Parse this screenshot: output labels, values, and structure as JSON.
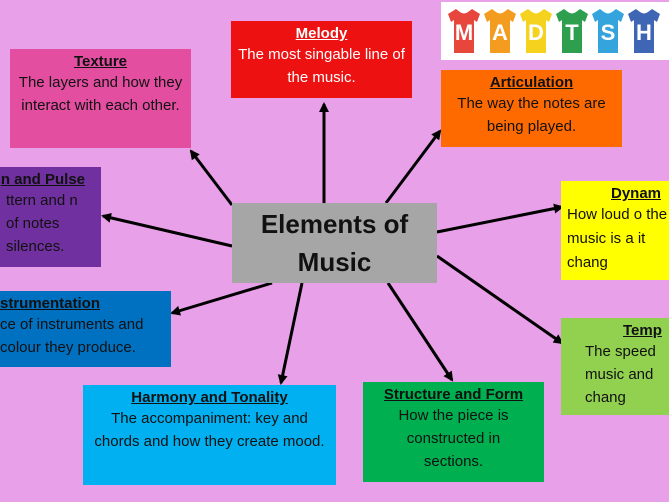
{
  "center": {
    "line1": "Elements of",
    "line2": "Music"
  },
  "logo": {
    "letters": [
      "M",
      "A",
      "D",
      "T",
      "S",
      "H"
    ],
    "colors": [
      "#e6463c",
      "#f39c1f",
      "#f4d21e",
      "#2e9e4f",
      "#35a4dd",
      "#3f66b5"
    ]
  },
  "nodes": {
    "melody": {
      "title": "Melody",
      "desc": "The most singable line of the music.",
      "color": "#ee1111"
    },
    "texture": {
      "title": "Texture",
      "desc": "The layers and how they interact with each other.",
      "color": "#e34ea1"
    },
    "articulation": {
      "title": "Articulation",
      "desc": "The way the notes are being played.",
      "color": "#ff6a00"
    },
    "rhythm": {
      "title": "n and Pulse",
      "desc": "ttern and n of notes silences.",
      "color": "#7030a0"
    },
    "dynamics": {
      "title": "Dynam",
      "desc": "How loud o the music is a it chang",
      "color": "#ffff00"
    },
    "instrumentation": {
      "title": "strumentation",
      "desc": "ce of instruments and colour they produce.",
      "color": "#0070c0"
    },
    "tempo": {
      "title": "Temp",
      "desc": "The speed music and chang",
      "color": "#92d050"
    },
    "harmony": {
      "title": "Harmony and Tonality",
      "desc": "The accompaniment: key and chords and how they create mood.",
      "color": "#00b0f0"
    },
    "structure": {
      "title": "Structure and Form",
      "desc": "How the piece is constructed in sections.",
      "color": "#00b050"
    }
  }
}
